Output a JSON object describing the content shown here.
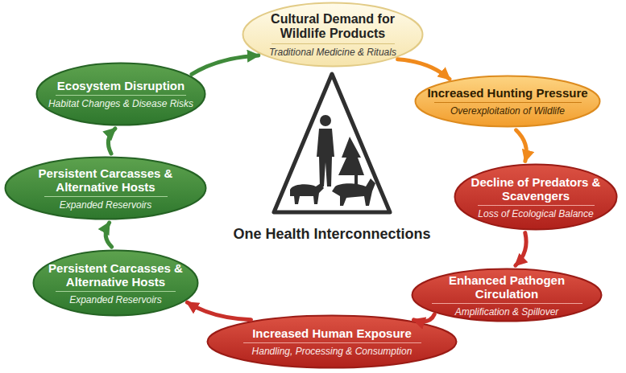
{
  "diagram": {
    "nodes": [
      {
        "text": [
          "Cultural Demand for Wildlife Products",
          "Traditional Medicine & Rituals"
        ]
      },
      {
        "text": [
          "Increased Hunting Pressure",
          "Overexploitation of Wildlife"
        ]
      },
      {
        "text": [
          "Decline of Predators & Scavengers",
          "Loss of Ecological Balance"
        ]
      },
      {
        "text": [
          "Enhanced Pathogen Circulation",
          "Amplification & Spillover"
        ]
      },
      {
        "text": [
          "Increased Human Exposure",
          "Handling, Processing & Consumption"
        ]
      },
      {
        "text": [
          "Persistent Carcasses & Alternative Hosts",
          "Expanded Reservoirs"
        ]
      },
      {
        "text": [
          "Persistent Carcasses & Alternative Hosts",
          "Expanded Reservoirs"
        ]
      },
      {
        "text": [
          "Ecosystem Disruption",
          "Habitat Changes & Disease Risks"
        ]
      }
    ],
    "edges": [
      {
        "from": 0,
        "to": 1,
        "arrow": "to"
      },
      {
        "from": 1,
        "to": 2,
        "arrow": "to"
      },
      {
        "from": 2,
        "to": 3,
        "arrow": "to"
      },
      {
        "from": 3,
        "to": 4,
        "arrow": "to"
      },
      {
        "from": 4,
        "to": 5,
        "arrow": "to"
      },
      {
        "from": 5,
        "to": 6,
        "arrow": "to"
      },
      {
        "from": 6,
        "to": 7,
        "arrow": "to"
      },
      {
        "from": 7,
        "to": 0,
        "arrow": "to"
      }
    ],
    "labels": [
      "One Health Interconnections"
    ]
  }
}
